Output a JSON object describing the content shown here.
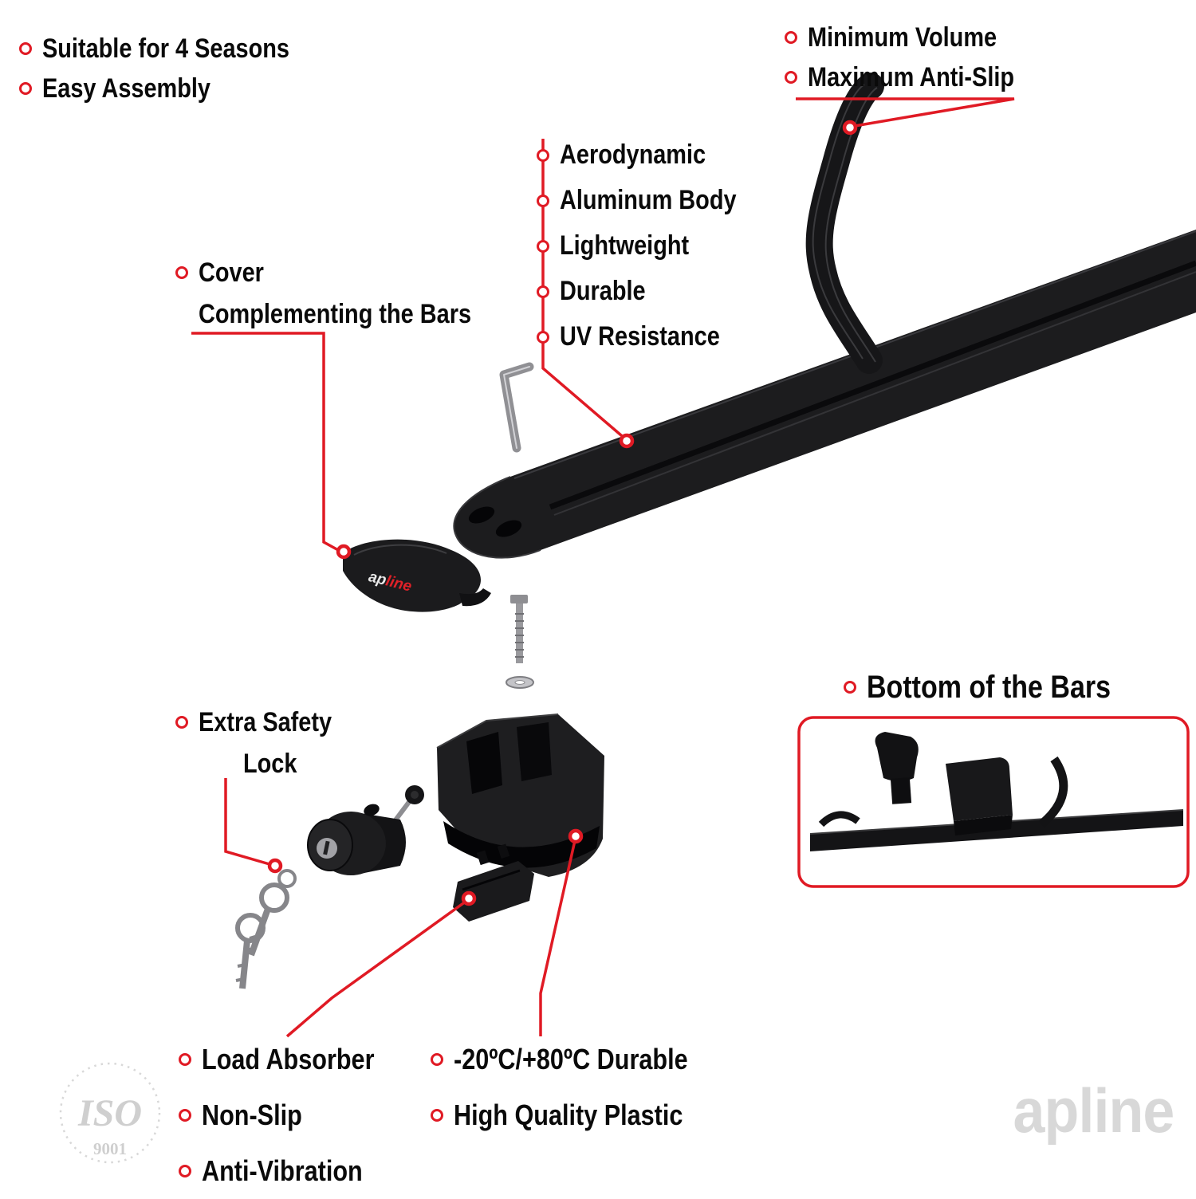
{
  "colors": {
    "accent_red": "#e01a24",
    "product_black": "#1b1b1d",
    "text": "#0a0a0a",
    "watermark_gray": "#d8d8d8"
  },
  "top_left_features": [
    "Suitable for 4 Seasons",
    "Easy Assembly"
  ],
  "top_right_features": [
    "Minimum Volume",
    "Maximum Anti-Slip"
  ],
  "bar_features": [
    "Aerodynamic",
    "Aluminum Body",
    "Lightweight",
    "Durable",
    "UV Resistance"
  ],
  "cover_callout": {
    "line1": "Cover",
    "line2": "Complementing the Bars"
  },
  "lock_callout": {
    "line1": "Extra Safety",
    "line2": "Lock"
  },
  "bottom_bars_callout": "Bottom of the Bars",
  "foot_features": [
    "Load Absorber",
    "Non-Slip",
    "Anti-Vibration"
  ],
  "material_features": [
    "-20ºC/+80ºC Durable",
    "High Quality Plastic"
  ],
  "brand": {
    "prefix": "ap",
    "suffix": "line",
    "full": "apline"
  },
  "iso_badge": {
    "title": "ISO",
    "number": "9001"
  }
}
